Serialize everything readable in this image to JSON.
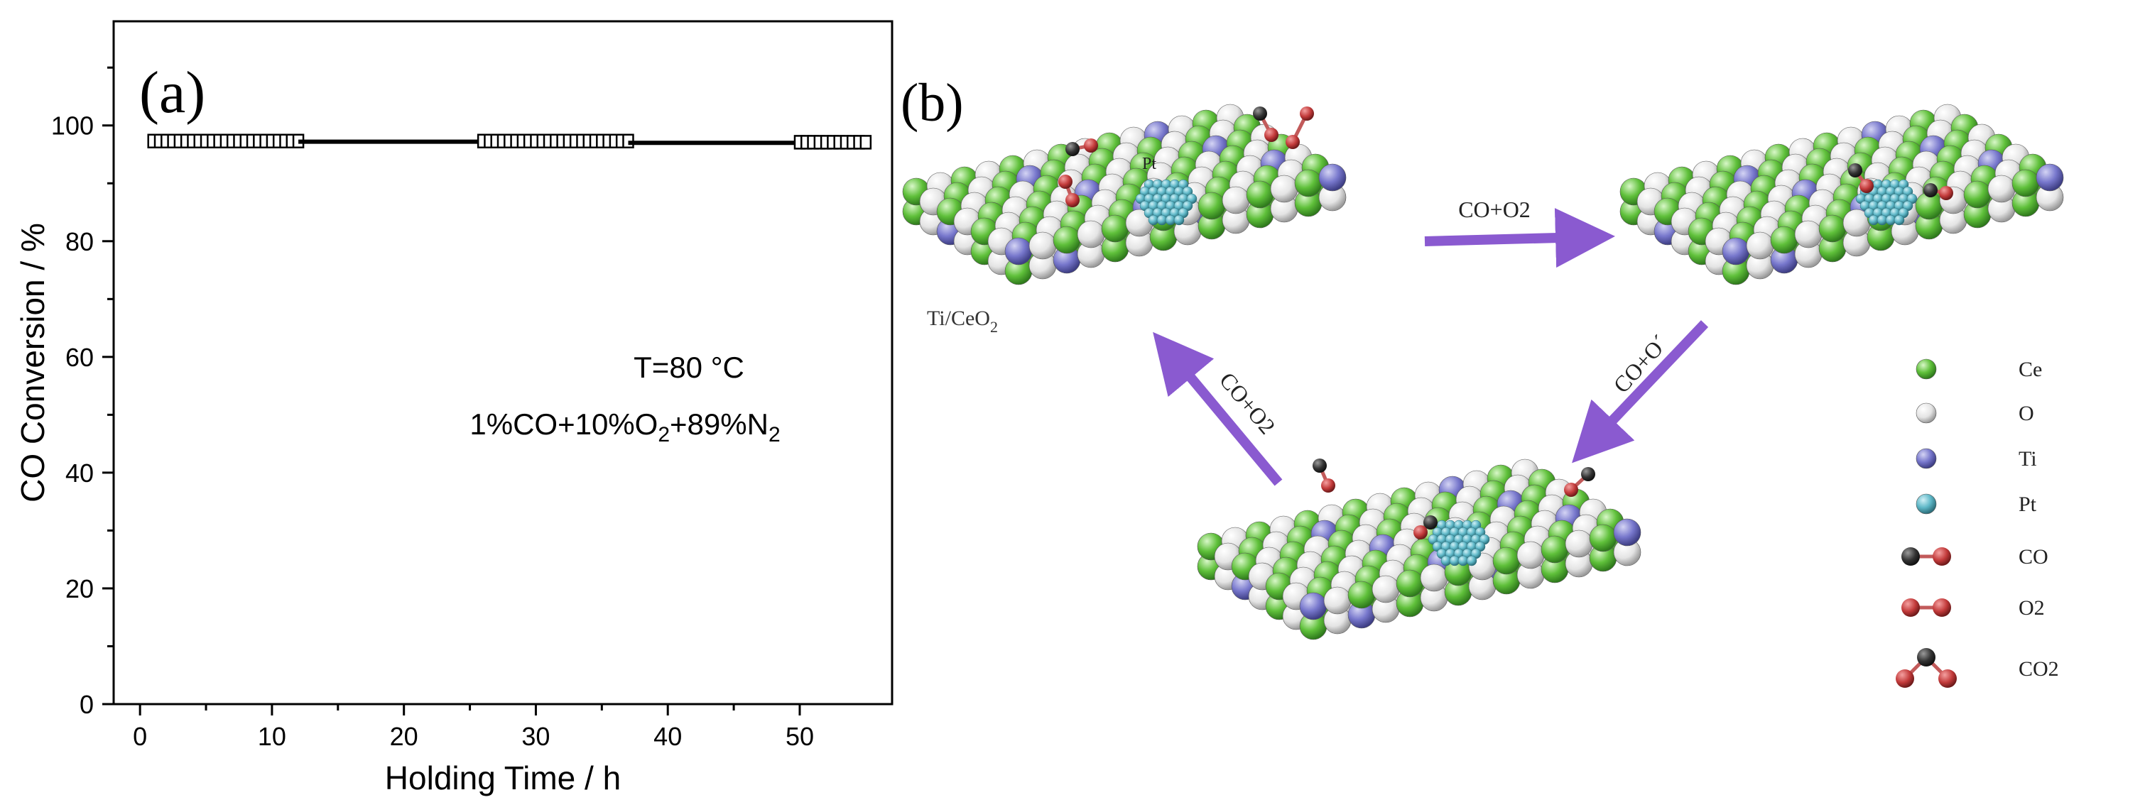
{
  "panel_a": {
    "label": "(a)",
    "annotation_line1": "T=80 °C",
    "annotation_line2_parts": [
      {
        "text": "1%CO+10%O",
        "sub": false
      },
      {
        "text": "2",
        "sub": true
      },
      {
        "text": "+89%N",
        "sub": false
      },
      {
        "text": "2",
        "sub": true
      }
    ]
  },
  "chart_data": {
    "type": "line",
    "title": "",
    "xlabel": "Holding Time / h",
    "ylabel": "CO Conversion / %",
    "xlim": [
      -2,
      57
    ],
    "ylim": [
      0,
      118
    ],
    "xticks": [
      0,
      10,
      20,
      30,
      40,
      50
    ],
    "yticks": [
      0,
      20,
      40,
      60,
      80,
      100
    ],
    "grid": false,
    "legend": "none",
    "series": [
      {
        "marker": "open-square",
        "color": "#000000",
        "segments": [
          {
            "x_start": 1,
            "x_end": 12,
            "y": 97.3,
            "markers": true
          },
          {
            "x_start": 12,
            "x_end": 26,
            "y": 97.2,
            "markers": false
          },
          {
            "x_start": 26,
            "x_end": 37,
            "y": 97.3,
            "markers": true
          },
          {
            "x_start": 37,
            "x_end": 50,
            "y": 97.0,
            "markers": false
          },
          {
            "x_start": 50,
            "x_end": 55,
            "y": 97.1,
            "markers": true
          }
        ]
      }
    ]
  },
  "panel_b": {
    "label": "(b)",
    "support_label_parts": [
      {
        "text": "Ti/CeO",
        "sub": false
      },
      {
        "text": "2",
        "sub": true
      }
    ],
    "pt_label": "Pt",
    "arrow_top": "CO+O2",
    "arrow_right": "CO+O´",
    "arrow_left": "CO+O2",
    "legend": [
      {
        "name": "Ce",
        "icon": "ce-sphere",
        "color": "#5fc03a"
      },
      {
        "name": "O",
        "icon": "o-sphere",
        "color": "#e6e6e6"
      },
      {
        "name": "Ti",
        "icon": "ti-sphere",
        "color": "#7777cc"
      },
      {
        "name": "Pt",
        "icon": "pt-sphere",
        "color": "#5fb8c8"
      },
      {
        "name": "CO",
        "icon": "co-molecule",
        "color": "#333333"
      },
      {
        "name": "O2",
        "icon": "o2-molecule",
        "color": "#c23a3a"
      },
      {
        "name": "CO2",
        "icon": "co2-molecule",
        "color": "#c23a3a"
      }
    ],
    "colors": {
      "ce": "#5fc03a",
      "o": "#e6e6e6",
      "ti": "#7777cc",
      "pt": "#5fb8c8",
      "carbon": "#333333",
      "oxygen_red": "#c23a3a",
      "arrow": "#8a5ad0"
    }
  }
}
